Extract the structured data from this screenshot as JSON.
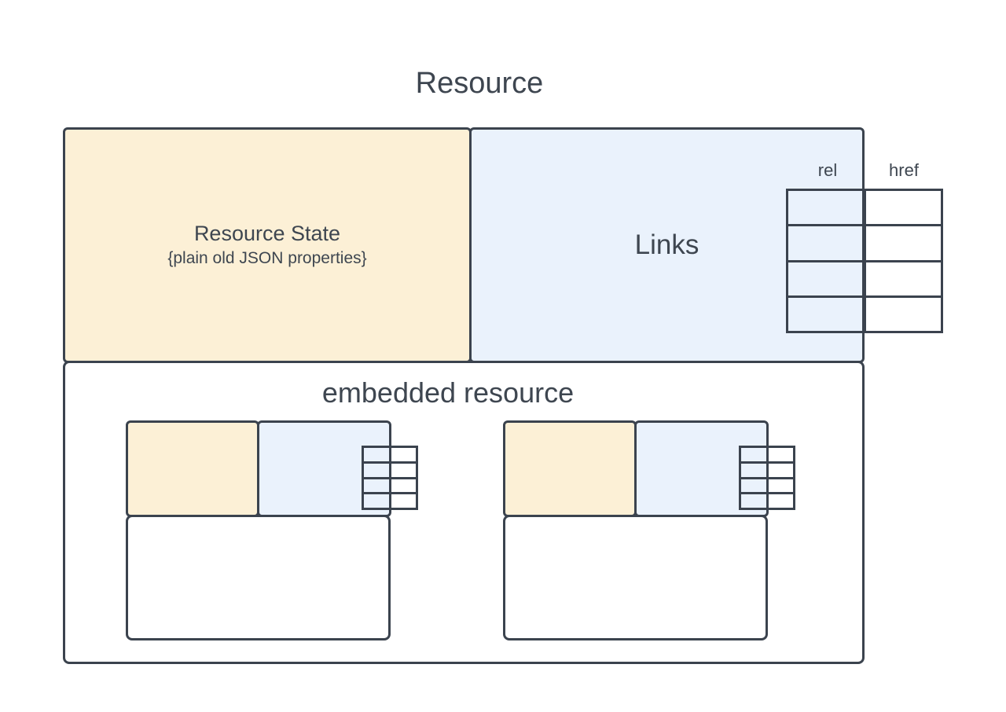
{
  "title": "Resource",
  "resource_state": {
    "title": "Resource State",
    "subtitle": "{plain old JSON properties}"
  },
  "links": {
    "title": "Links",
    "table": {
      "columns": [
        "rel",
        "href"
      ],
      "row_count": 4,
      "rows": [
        [
          "",
          ""
        ],
        [
          "",
          ""
        ],
        [
          "",
          ""
        ],
        [
          "",
          ""
        ]
      ]
    }
  },
  "embedded": {
    "title": "embedded resource",
    "resource_count": 2,
    "resources": [
      {
        "state_label": "",
        "links_label": "",
        "body_label": "",
        "links_table_rows": 4
      },
      {
        "state_label": "",
        "links_label": "",
        "body_label": "",
        "links_table_rows": 4
      }
    ]
  },
  "colors": {
    "state_fill": "#fcf0d6",
    "links_fill": "#eaf2fc",
    "stroke": "#3b434e",
    "text": "#3e4650",
    "background": "#ffffff"
  }
}
